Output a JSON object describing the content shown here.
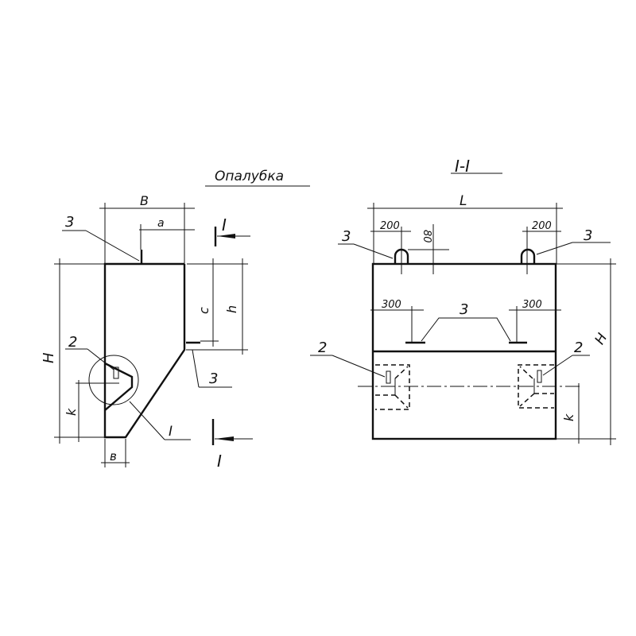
{
  "title": "Опалубка",
  "section_title": "I-I",
  "left_view": {
    "dim_B": "B",
    "dim_a": "a",
    "dim_H": "H",
    "dim_k": "k",
    "dim_c": "c",
    "dim_h": "h",
    "dim_b": "в",
    "callout_3_top": "3",
    "callout_3_side": "3",
    "callout_2": "2",
    "detail_I": "I",
    "section_mark_top": "I",
    "section_mark_bottom": "I"
  },
  "section_view": {
    "dim_L": "L",
    "dim_200_left": "200",
    "dim_200_right": "200",
    "dim_80": "80",
    "dim_300_left": "300",
    "dim_300_right": "300",
    "dim_H": "H",
    "dim_k": "k",
    "callout_3_left": "3",
    "callout_3_right": "3",
    "callout_3_middle": "3",
    "callout_2_left": "2",
    "callout_2_right": "2"
  }
}
